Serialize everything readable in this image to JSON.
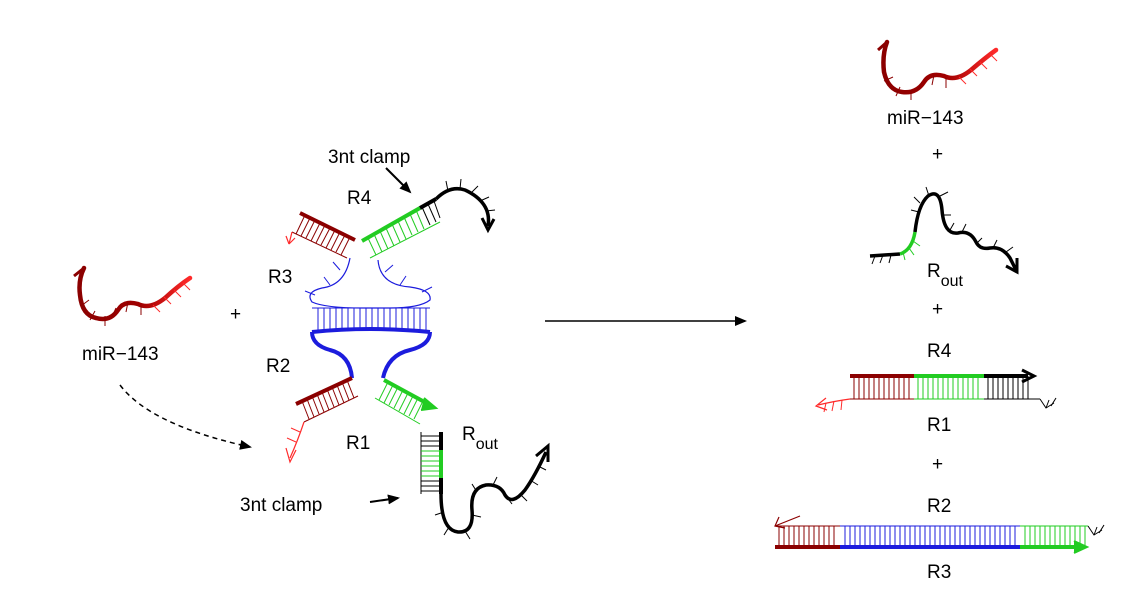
{
  "colors": {
    "mirna_dark": "#8b0000",
    "mirna_light": "#ff2a2a",
    "domain_blue": "#1c1cdd",
    "domain_green": "#22cc22",
    "domain_black": "#000000",
    "background": "#ffffff"
  },
  "left": {
    "mirna_label": "miR−143",
    "plus": "+",
    "clamp_top": "3nt clamp",
    "clamp_bottom": "3nt clamp",
    "r1": "R1",
    "r2": "R2",
    "r3": "R3",
    "r4": "R4",
    "rout_main": "R",
    "rout_sub": "out"
  },
  "right": {
    "mirna_label": "miR−143",
    "plus1": "+",
    "rout_main": "R",
    "rout_sub": "out",
    "plus2": "+",
    "r4": "R4",
    "r1": "R1",
    "plus3": "+",
    "r2": "R2",
    "r3": "R3"
  }
}
